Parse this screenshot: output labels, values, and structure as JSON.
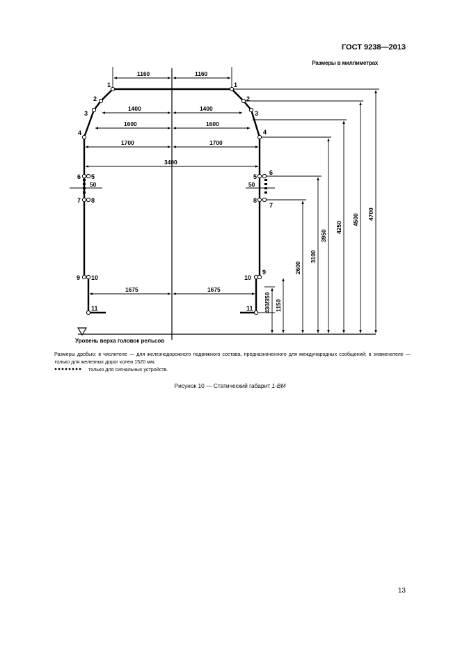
{
  "header": {
    "standard": "ГОСТ 9238—2013"
  },
  "units_note": "Размеры в миллиметрах",
  "figure": {
    "widths": {
      "w1160": "1160",
      "w1400": "1400",
      "w1600": "1600",
      "w1700": "1700",
      "w3400": "3400",
      "w1675": "1675",
      "w50": "50"
    },
    "heights": {
      "h4700": "4700",
      "h4500": "4500",
      "h4250": "4250",
      "h3950": "3950",
      "h3100": "3100",
      "h2600": "2600",
      "h1150": "1150",
      "h430_350": "430/350"
    },
    "points": {
      "p1": "1",
      "p2": "2",
      "p3": "3",
      "p4": "4",
      "p5": "5",
      "p6": "6",
      "p7": "7",
      "p8": "8",
      "p9": "9",
      "p10": "10",
      "p11": "11"
    },
    "rail_level_label": "Уровень верха головок рельсов"
  },
  "note": {
    "text": "Размеры дробью: в числителе — для железнодорожного подвижного состава, предназначенного для международных сообщений; в знаменателе — только для железных дорог колеи 1520 мм;",
    "signal_text": "только для сигнальных устройств."
  },
  "caption": {
    "prefix": "Рисунок 10 — Статический габарит ",
    "name": "1-ВМ"
  },
  "page_number": "13",
  "colors": {
    "ink": "#000000",
    "background": "#ffffff"
  }
}
